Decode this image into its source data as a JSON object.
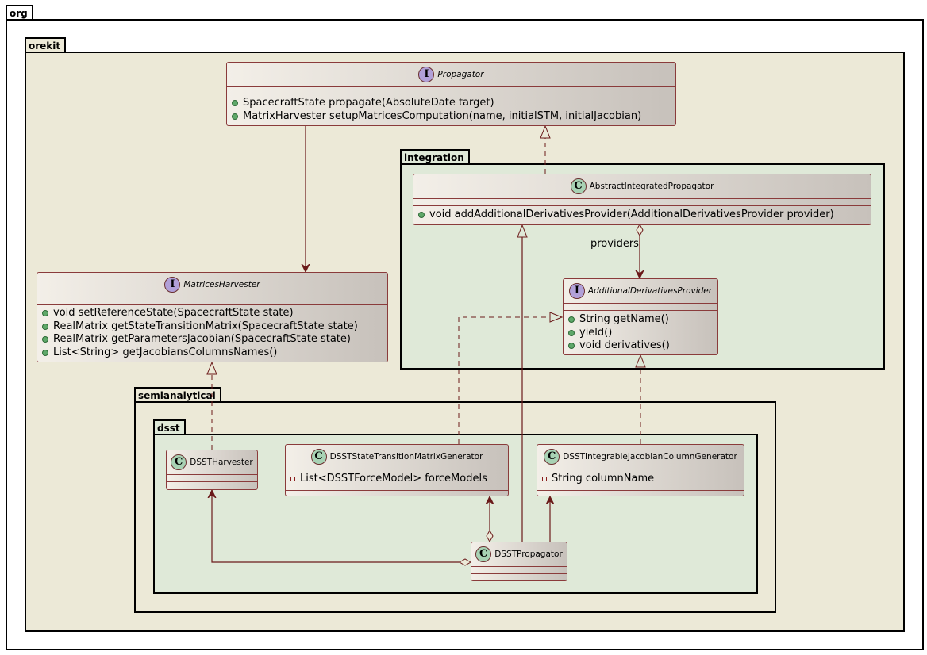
{
  "packages": {
    "org": "org",
    "orekit": "orekit",
    "integration": "integration",
    "semianalytical": "semianalytical",
    "dsst": "dsst"
  },
  "colors": {
    "org_bg": "#ffffff",
    "orekit_bg": "#ece9d7",
    "inner_bg": "#dfe9d8",
    "edge": "#6b1a1a",
    "interface_badge": "#b1a0d8",
    "class_badge": "#a8d2b4"
  },
  "classes": {
    "propagator": {
      "kind": "interface",
      "badge": "I",
      "name": "Propagator",
      "members": [
        {
          "vis": "public",
          "text": "SpacecraftState propagate(AbsoluteDate target)"
        },
        {
          "vis": "public",
          "text": "MatrixHarvester setupMatricesComputation(name, initialSTM, initialJacobian)"
        }
      ]
    },
    "matrices_harvester": {
      "kind": "interface",
      "badge": "I",
      "name": "MatricesHarvester",
      "members": [
        {
          "vis": "public",
          "text": "void setReferenceState(SpacecraftState state)"
        },
        {
          "vis": "public",
          "text": "RealMatrix getStateTransitionMatrix(SpacecraftState state)"
        },
        {
          "vis": "public",
          "text": "RealMatrix getParametersJacobian(SpacecraftState state)"
        },
        {
          "vis": "public",
          "text": "List<String> getJacobiansColumnsNames()"
        }
      ]
    },
    "abstract_integrated_propagator": {
      "kind": "class",
      "badge": "C",
      "name": "AbstractIntegratedPropagator",
      "members": [
        {
          "vis": "public",
          "text": "void addAdditionalDerivativesProvider(AdditionalDerivativesProvider provider)"
        }
      ]
    },
    "additional_derivatives_provider": {
      "kind": "interface",
      "badge": "I",
      "name": "AdditionalDerivativesProvider",
      "members": [
        {
          "vis": "public",
          "text": "String getName()"
        },
        {
          "vis": "public",
          "text": "yield()"
        },
        {
          "vis": "public",
          "text": "void derivatives()"
        }
      ]
    },
    "dsst_harvester": {
      "kind": "class",
      "badge": "C",
      "name": "DSSTHarvester",
      "members": []
    },
    "dsst_stm_generator": {
      "kind": "class",
      "badge": "C",
      "name": "DSSTStateTransitionMatrixGenerator",
      "members": [
        {
          "vis": "private",
          "text": "List<DSSTForceModel> forceModels"
        }
      ]
    },
    "dsst_jacobian_generator": {
      "kind": "class",
      "badge": "C",
      "name": "DSSTIntegrableJacobianColumnGenerator",
      "members": [
        {
          "vis": "private",
          "text": "String columnName"
        }
      ]
    },
    "dsst_propagator": {
      "kind": "class",
      "badge": "C",
      "name": "DSSTPropagator",
      "members": []
    }
  },
  "edge_labels": {
    "providers": "providers"
  }
}
